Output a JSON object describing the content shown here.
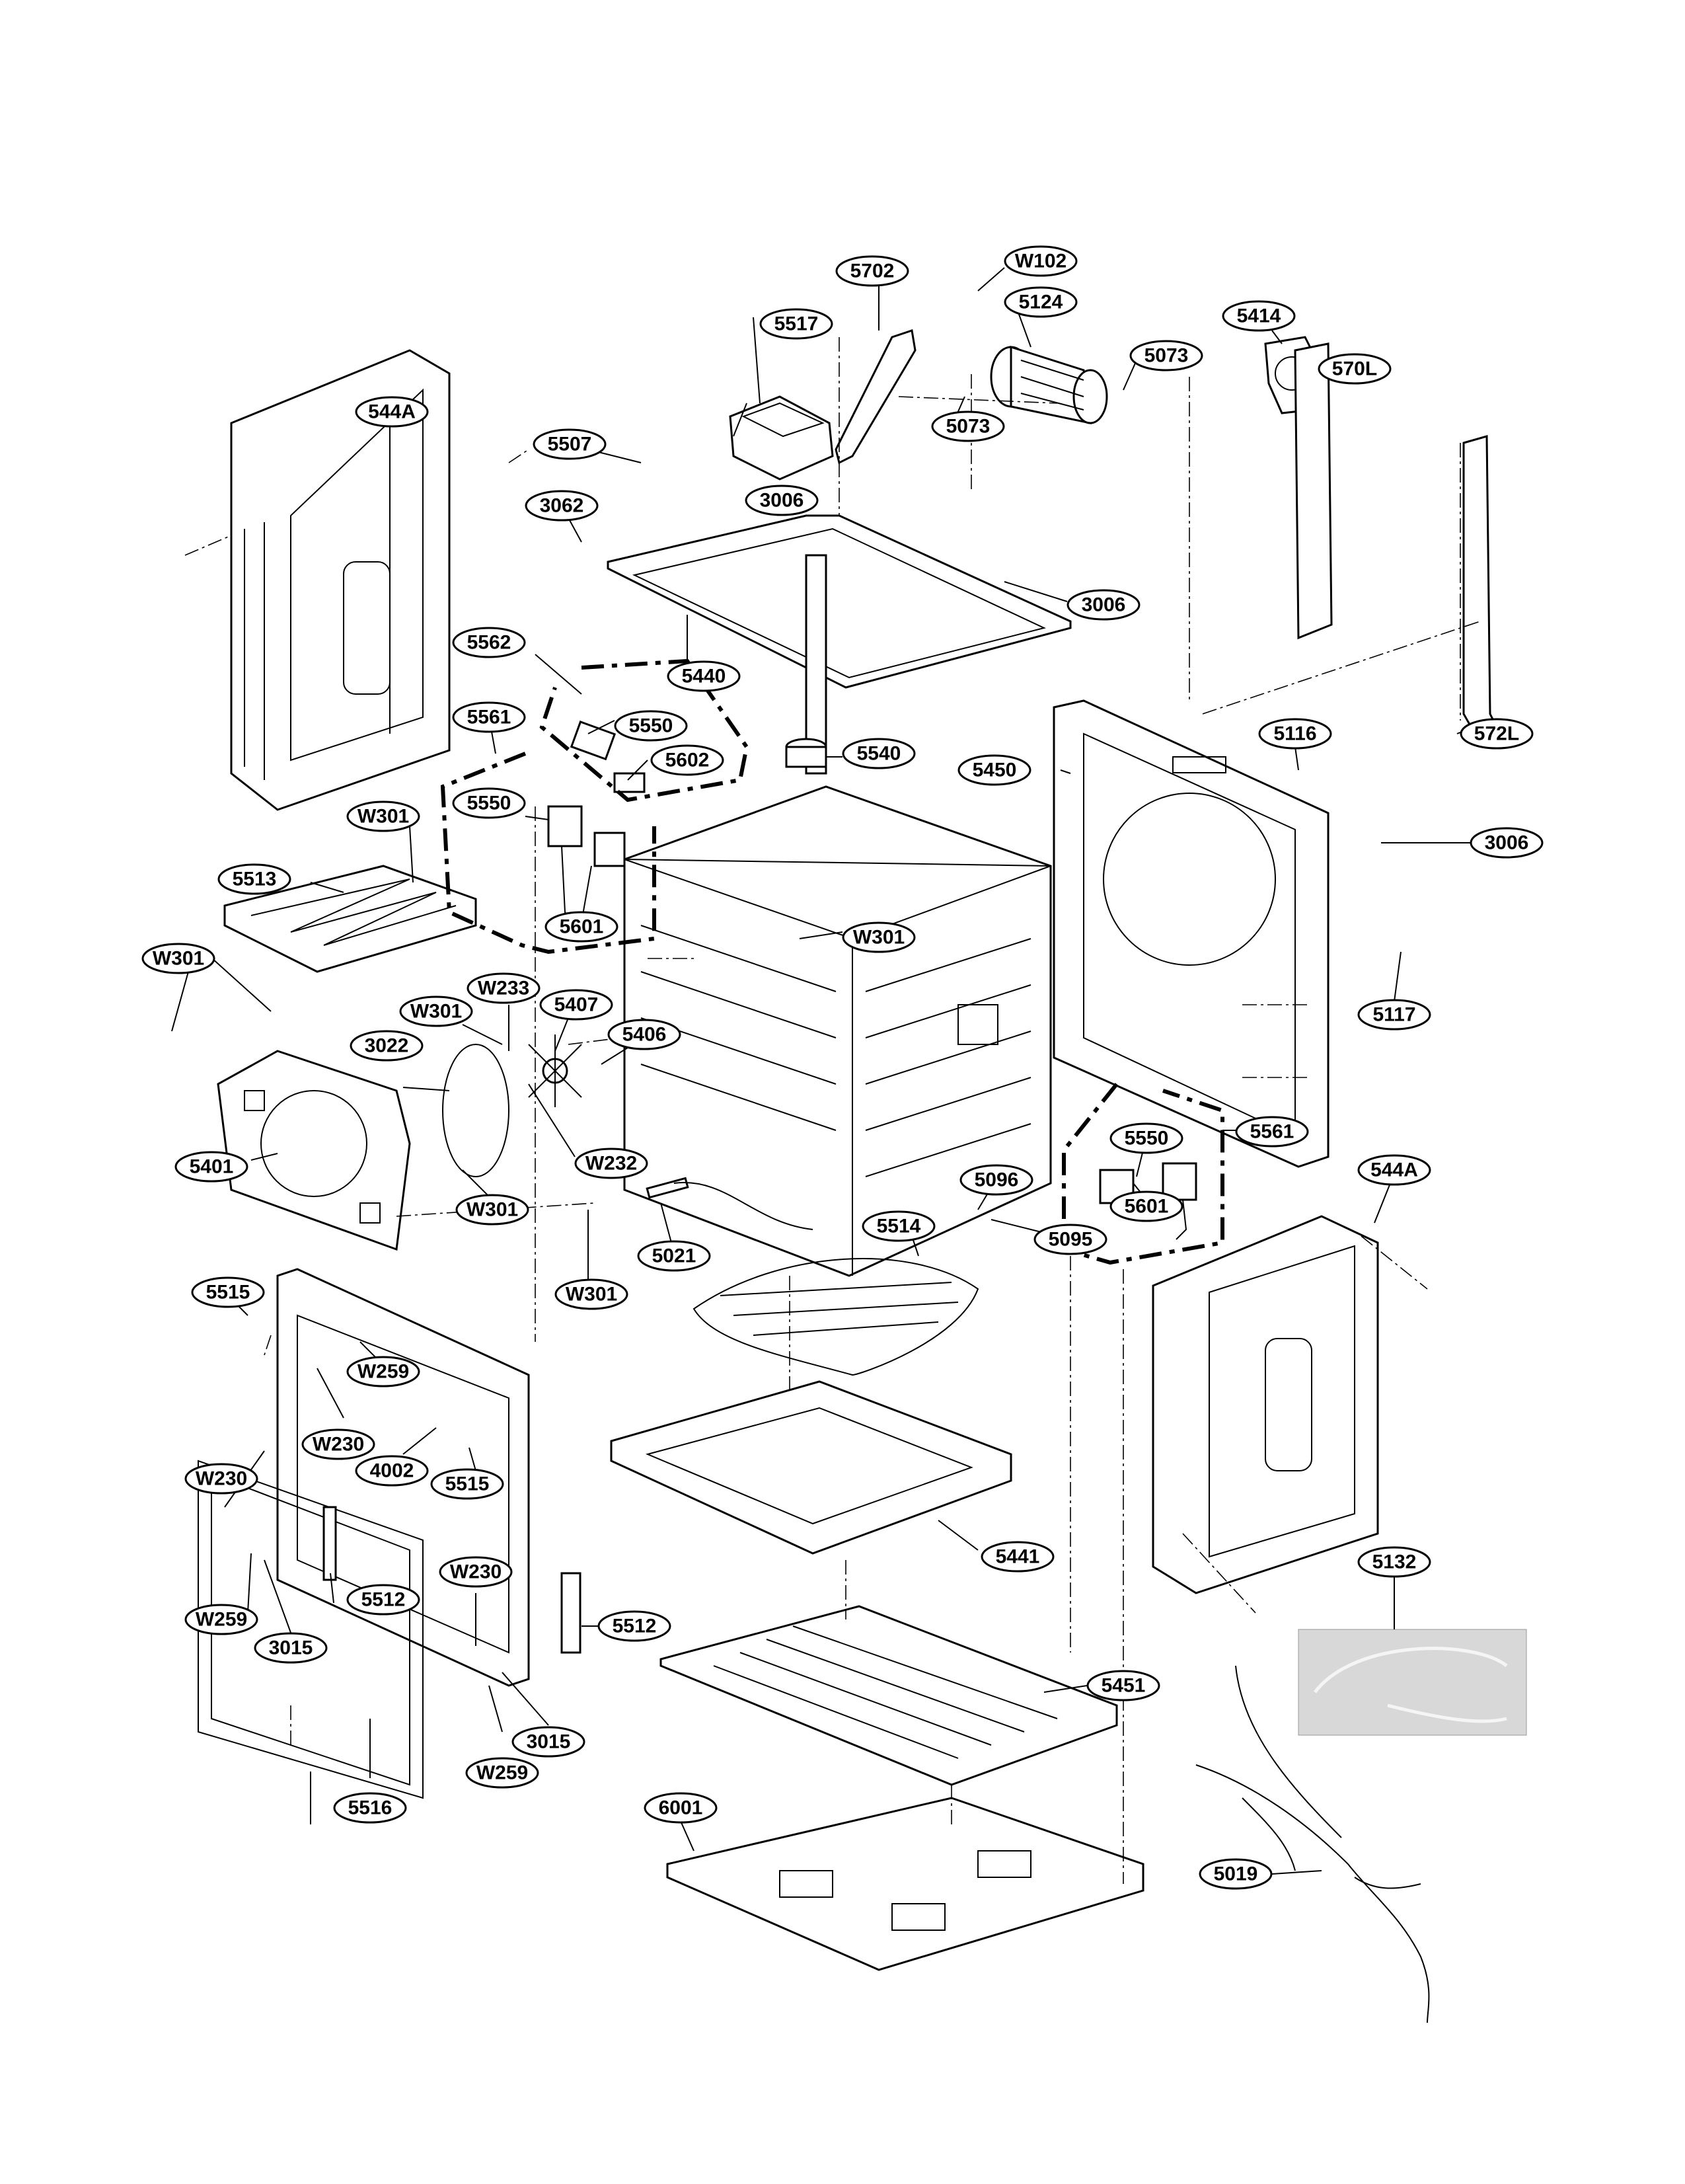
{
  "callouts": [
    {
      "id": "w102",
      "text": "W102"
    },
    {
      "id": "p5702",
      "text": "5702"
    },
    {
      "id": "p5124",
      "text": "5124"
    },
    {
      "id": "p5517",
      "text": "5517"
    },
    {
      "id": "p5414",
      "text": "5414"
    },
    {
      "id": "p5073a",
      "text": "5073"
    },
    {
      "id": "p5073b",
      "text": "5073"
    },
    {
      "id": "p544a_top",
      "text": "544A"
    },
    {
      "id": "p5507",
      "text": "5507"
    },
    {
      "id": "p3006a",
      "text": "3006"
    },
    {
      "id": "p3062",
      "text": "3062"
    },
    {
      "id": "p570l",
      "text": "570L"
    },
    {
      "id": "p3006b",
      "text": "3006"
    },
    {
      "id": "p5562",
      "text": "5562"
    },
    {
      "id": "p5440",
      "text": "5440"
    },
    {
      "id": "p5550a",
      "text": "5550"
    },
    {
      "id": "p5561a",
      "text": "5561"
    },
    {
      "id": "p5602",
      "text": "5602"
    },
    {
      "id": "p572l",
      "text": "572L"
    },
    {
      "id": "p5116",
      "text": "5116"
    },
    {
      "id": "p5540",
      "text": "5540"
    },
    {
      "id": "p5450",
      "text": "5450"
    },
    {
      "id": "p5550b",
      "text": "5550"
    },
    {
      "id": "w301a",
      "text": "W301"
    },
    {
      "id": "p3006c",
      "text": "3006"
    },
    {
      "id": "p5513",
      "text": "5513"
    },
    {
      "id": "p5601a",
      "text": "5601"
    },
    {
      "id": "w301b",
      "text": "W301"
    },
    {
      "id": "w301c",
      "text": "W301"
    },
    {
      "id": "w233",
      "text": "W233"
    },
    {
      "id": "w301d",
      "text": "W301"
    },
    {
      "id": "p5407",
      "text": "5407"
    },
    {
      "id": "p5117",
      "text": "5117"
    },
    {
      "id": "p3022",
      "text": "3022"
    },
    {
      "id": "p5406",
      "text": "5406"
    },
    {
      "id": "p5550c",
      "text": "5550"
    },
    {
      "id": "p5401",
      "text": "5401"
    },
    {
      "id": "w232",
      "text": "W232"
    },
    {
      "id": "p5561b",
      "text": "5561"
    },
    {
      "id": "p5601b",
      "text": "5601"
    },
    {
      "id": "w301e",
      "text": "W301"
    },
    {
      "id": "p5096",
      "text": "5096"
    },
    {
      "id": "p544a_bot",
      "text": "544A"
    },
    {
      "id": "p5514",
      "text": "5514"
    },
    {
      "id": "p5021",
      "text": "5021"
    },
    {
      "id": "p5095",
      "text": "5095"
    },
    {
      "id": "w301f",
      "text": "W301"
    },
    {
      "id": "p5515a",
      "text": "5515"
    },
    {
      "id": "w259a",
      "text": "W259"
    },
    {
      "id": "w230a",
      "text": "W230"
    },
    {
      "id": "p4002",
      "text": "4002"
    },
    {
      "id": "p5515b",
      "text": "5515"
    },
    {
      "id": "w230b",
      "text": "W230"
    },
    {
      "id": "p5441",
      "text": "5441"
    },
    {
      "id": "p5132",
      "text": "5132"
    },
    {
      "id": "p5512a",
      "text": "5512"
    },
    {
      "id": "w230c",
      "text": "W230"
    },
    {
      "id": "w259b",
      "text": "W259"
    },
    {
      "id": "p3015a",
      "text": "3015"
    },
    {
      "id": "p5512b",
      "text": "5512"
    },
    {
      "id": "p5451",
      "text": "5451"
    },
    {
      "id": "p3015b",
      "text": "3015"
    },
    {
      "id": "w259c",
      "text": "W259"
    },
    {
      "id": "p5516",
      "text": "5516"
    },
    {
      "id": "p6001",
      "text": "6001"
    },
    {
      "id": "p5019",
      "text": "5019"
    }
  ]
}
